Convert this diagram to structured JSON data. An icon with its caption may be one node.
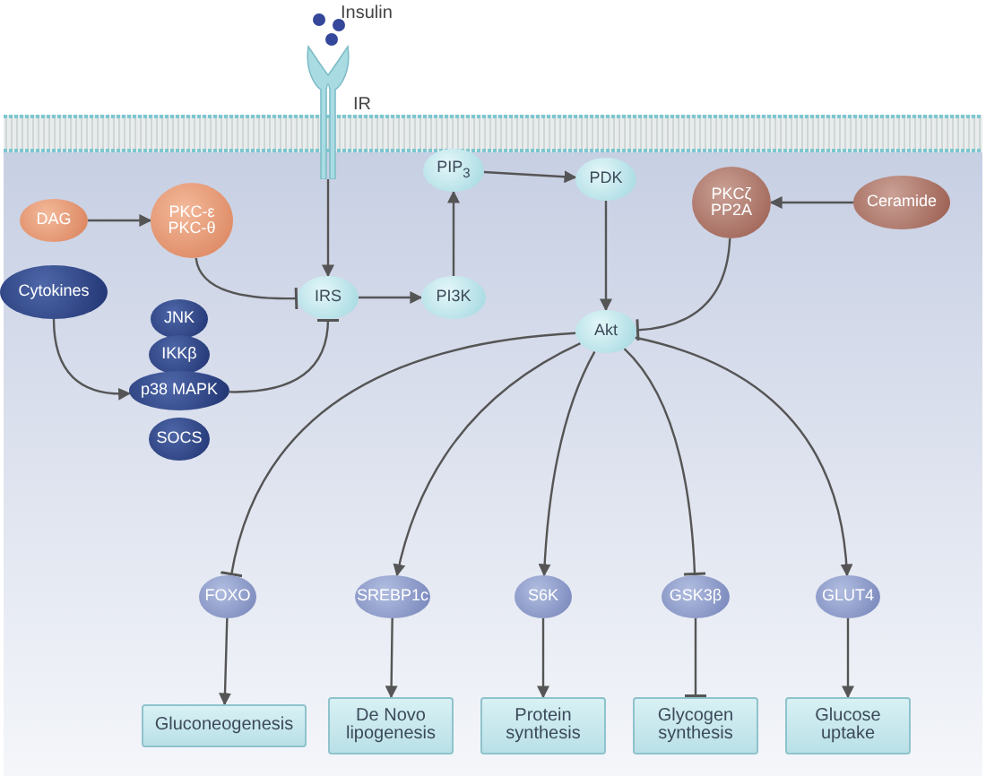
{
  "diagram": {
    "nodes": [
      {
        "text": [],
        "shape": "receptor",
        "beside": [
          "IR"
        ]
      },
      {
        "text": [
          "DAG"
        ]
      },
      {
        "text": [
          "PKC-ε",
          "PKC-θ"
        ]
      },
      {
        "text": [
          "Cytokines"
        ]
      },
      {
        "text": [
          "JNK"
        ]
      },
      {
        "text": [
          "IKKβ"
        ]
      },
      {
        "text": [
          "p38 MAPK"
        ]
      },
      {
        "text": [
          "SOCS"
        ]
      },
      {
        "text": [
          "IRS"
        ]
      },
      {
        "text": [
          "PI3K"
        ]
      },
      {
        "text": [
          "PIP$_{3}$"
        ]
      },
      {
        "text": [
          "PDK"
        ]
      },
      {
        "text": [
          "PKCζ",
          "PP2A"
        ]
      },
      {
        "text": [
          "Ceramide"
        ]
      },
      {
        "text": [
          "Akt"
        ]
      },
      {
        "text": [
          "FOXO"
        ]
      },
      {
        "text": [
          "SREBP1c"
        ]
      },
      {
        "text": [
          "S6K"
        ]
      },
      {
        "text": [
          "GSK3β"
        ]
      },
      {
        "text": [
          "GLUT4"
        ]
      },
      {
        "text": [
          "Gluconeogenesis"
        ]
      },
      {
        "text": [
          "De Novo lipogenesis"
        ]
      },
      {
        "text": [
          "Protein synthesis"
        ]
      },
      {
        "text": [
          "Glycogen synthesis"
        ]
      },
      {
        "text": [
          "Glucose uptake"
        ]
      }
    ],
    "edges": [
      {
        "from": 0,
        "to": 8,
        "arrow": "to"
      },
      {
        "from": 1,
        "to": 2,
        "arrow": "to"
      },
      {
        "from": 2,
        "to": 8,
        "arrow": "other"
      },
      {
        "from": 3,
        "to": 6,
        "arrow": "to"
      },
      {
        "from": 6,
        "to": 8,
        "arrow": "other"
      },
      {
        "from": 8,
        "to": 9,
        "arrow": "to"
      },
      {
        "from": 9,
        "to": 10,
        "arrow": "to"
      },
      {
        "from": 10,
        "to": 11,
        "arrow": "to"
      },
      {
        "from": 11,
        "to": 14,
        "arrow": "to"
      },
      {
        "from": 13,
        "to": 12,
        "arrow": "to"
      },
      {
        "from": 12,
        "to": 14,
        "arrow": "other"
      },
      {
        "from": 14,
        "to": 15,
        "arrow": "other"
      },
      {
        "from": 14,
        "to": 16,
        "arrow": "to"
      },
      {
        "from": 14,
        "to": 17,
        "arrow": "to"
      },
      {
        "from": 14,
        "to": 18,
        "arrow": "other"
      },
      {
        "from": 14,
        "to": 19,
        "arrow": "to"
      },
      {
        "from": 15,
        "to": 20,
        "arrow": "to"
      },
      {
        "from": 16,
        "to": 21,
        "arrow": "to"
      },
      {
        "from": 17,
        "to": 22,
        "arrow": "to"
      },
      {
        "from": 18,
        "to": 23,
        "arrow": "other"
      },
      {
        "from": 19,
        "to": 24,
        "arrow": "to"
      }
    ],
    "labels": [
      "Insulin"
    ]
  }
}
